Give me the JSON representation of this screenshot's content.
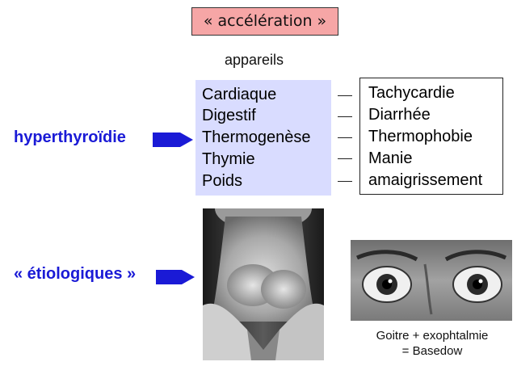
{
  "title": "« accélération »",
  "column_header": "appareils",
  "organs": [
    "Cardiaque",
    "Digestif",
    "Thermogenèse",
    "Thymie",
    "Poids"
  ],
  "signs": [
    "Tachycardie",
    "Diarrhée",
    "Thermophobie",
    "Manie",
    "amaigrissement"
  ],
  "labels": {
    "hyper": "hyperthyroïdie",
    "etio": "« étiologiques »"
  },
  "caption": {
    "line1": "Goitre + exophtalmie",
    "line2": "= Basedow"
  },
  "colors": {
    "title_bg": "#f6a6a6",
    "organs_bg": "#d9dcff",
    "accent_blue": "#1a1ad6"
  },
  "icons": [
    "arrow-right-icon",
    "arrow-right-icon"
  ]
}
